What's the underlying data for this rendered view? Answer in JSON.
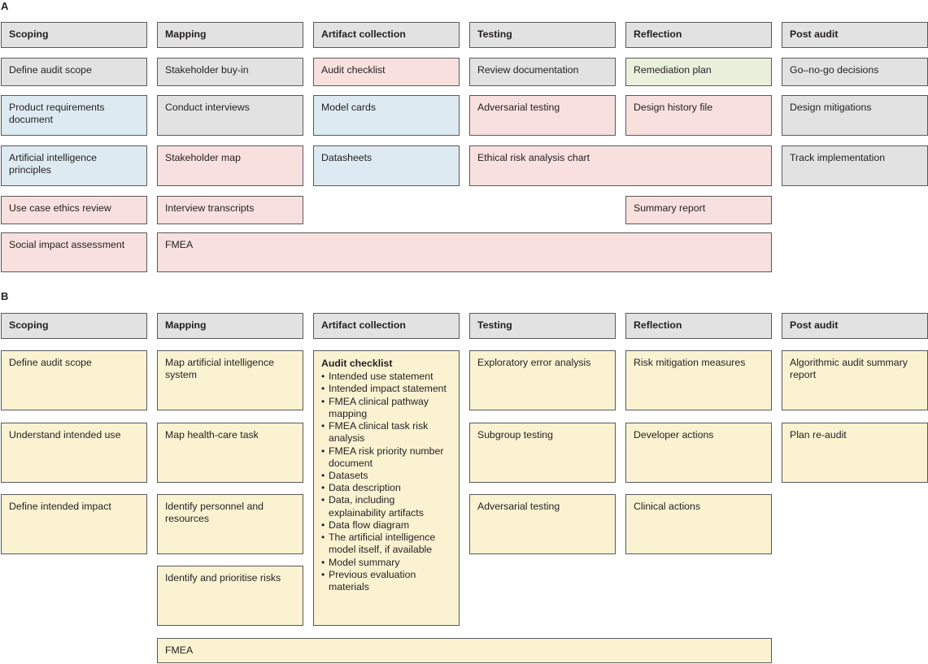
{
  "figure": {
    "panels": [
      {
        "label": "A"
      },
      {
        "label": "B"
      }
    ]
  },
  "colors": {
    "grey": "#e2e2e2",
    "pink": "#f7e0dd",
    "blue": "#ddeaf1",
    "green": "#e9f1dd",
    "cream": "#fbf2d2",
    "border": "#58595b",
    "text": "#231f20"
  },
  "columns": [
    "Scoping",
    "Mapping",
    "Artifact collection",
    "Testing",
    "Reflection",
    "Post audit"
  ],
  "panelA": {
    "label": "A",
    "headers": [
      "Scoping",
      "Mapping",
      "Artifact collection",
      "Testing",
      "Reflection",
      "Post audit"
    ],
    "items": [
      {
        "text": "Define audit scope",
        "color": "grey"
      },
      {
        "text": "Product requirements document",
        "color": "blue"
      },
      {
        "text": "Artificial intelligence principles",
        "color": "blue"
      },
      {
        "text": "Use case ethics review",
        "color": "pink"
      },
      {
        "text": "Social impact assessment",
        "color": "pink"
      },
      {
        "text": "Stakeholder buy-in",
        "color": "grey"
      },
      {
        "text": "Conduct interviews",
        "color": "grey"
      },
      {
        "text": "Stakeholder map",
        "color": "pink"
      },
      {
        "text": "Interview transcripts",
        "color": "pink"
      },
      {
        "text": "FMEA",
        "color": "pink"
      },
      {
        "text": "Audit checklist",
        "color": "pink"
      },
      {
        "text": "Model cards",
        "color": "blue"
      },
      {
        "text": "Datasheets",
        "color": "blue"
      },
      {
        "text": "Review documentation",
        "color": "grey"
      },
      {
        "text": "Adversarial testing",
        "color": "pink"
      },
      {
        "text": "Ethical risk analysis chart",
        "color": "pink"
      },
      {
        "text": "Remediation plan",
        "color": "green"
      },
      {
        "text": "Design history file",
        "color": "pink"
      },
      {
        "text": "Summary report",
        "color": "pink"
      },
      {
        "text": "Go–no-go decisions",
        "color": "grey"
      },
      {
        "text": "Design mitigations",
        "color": "grey"
      },
      {
        "text": "Track implementation",
        "color": "grey"
      }
    ]
  },
  "panelB": {
    "label": "B",
    "headers": [
      "Scoping",
      "Mapping",
      "Artifact collection",
      "Testing",
      "Reflection",
      "Post audit"
    ],
    "items": [
      {
        "text": "Define audit scope",
        "color": "cream"
      },
      {
        "text": "Understand intended use",
        "color": "cream"
      },
      {
        "text": "Define intended impact",
        "color": "cream"
      },
      {
        "text": "Map artificial intelligence system",
        "color": "cream"
      },
      {
        "text": "Map health-care task",
        "color": "cream"
      },
      {
        "text": "Identify personnel and resources",
        "color": "cream"
      },
      {
        "text": "Identify and prioritise risks",
        "color": "cream"
      },
      {
        "text": "FMEA",
        "color": "cream"
      },
      {
        "text": "Exploratory error analysis",
        "color": "cream"
      },
      {
        "text": "Subgroup testing",
        "color": "cream"
      },
      {
        "text": "Adversarial testing",
        "color": "cream"
      },
      {
        "text": "Risk mitigation measures",
        "color": "cream"
      },
      {
        "text": "Developer actions",
        "color": "cream"
      },
      {
        "text": "Clinical actions",
        "color": "cream"
      },
      {
        "text": "Algorithmic audit summary report",
        "color": "cream"
      },
      {
        "text": "Plan re-audit",
        "color": "cream"
      }
    ],
    "audit_checklist": {
      "title": "Audit checklist",
      "color": "cream",
      "items": [
        "Intended use statement",
        "Intended impact statement",
        "FMEA clinical pathway mapping",
        "FMEA clinical task risk analysis",
        "FMEA risk priority number document",
        "Datasets",
        "Data description",
        "Data, including explainability artifacts",
        "Data flow diagram",
        "The artificial intelligence model itself, if available",
        "Model summary",
        "Previous evaluation materials"
      ]
    }
  }
}
